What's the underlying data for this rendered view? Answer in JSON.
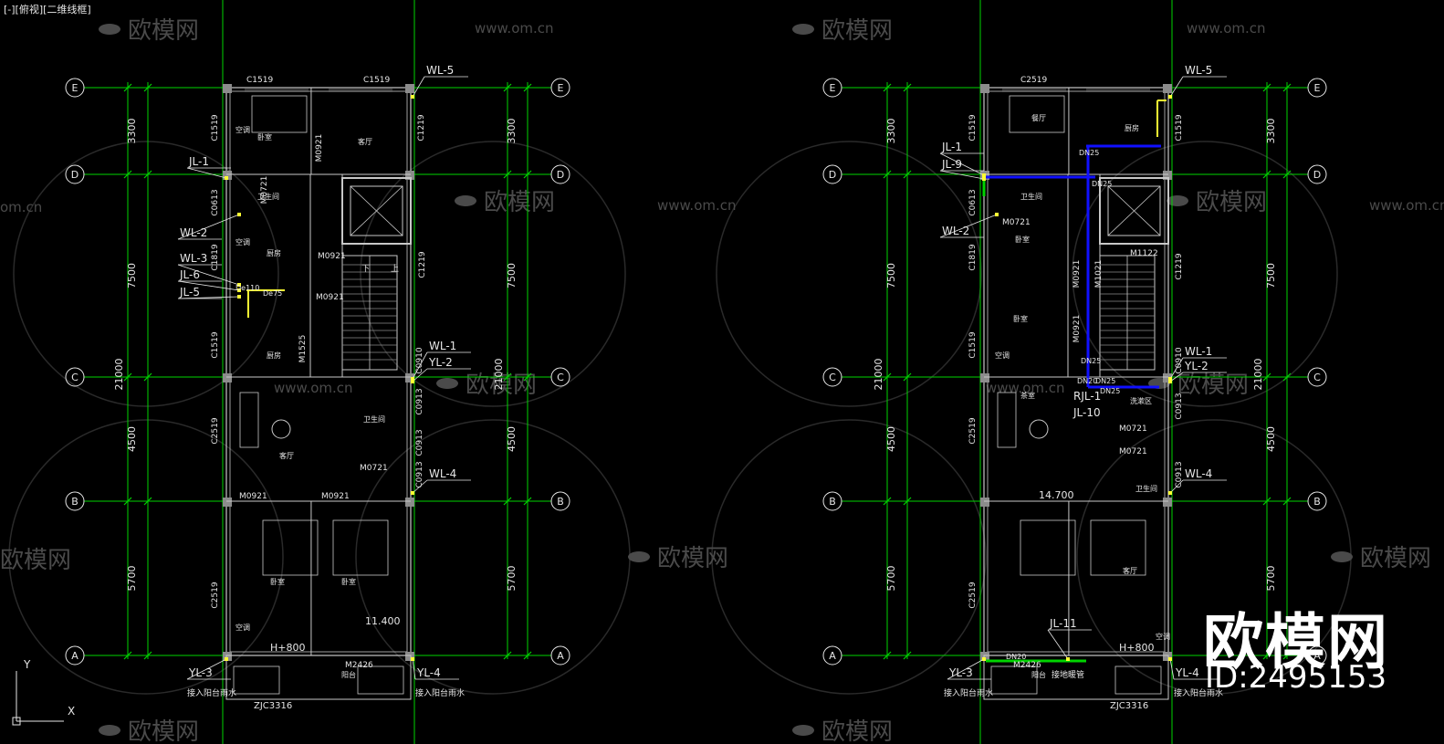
{
  "viewport": {
    "label": "[-][俯视][二维线框]"
  },
  "watermark": {
    "brand": "欧模网",
    "url": "www.om.cn",
    "url_alt": "om.cn",
    "big_brand": "欧模网",
    "id_text": "ID:2495153"
  },
  "grid": {
    "axes": [
      "E",
      "D",
      "C",
      "B",
      "A"
    ],
    "bays": [
      "3300",
      "7500",
      "4500",
      "5700"
    ],
    "total": "21000"
  },
  "plan_left": {
    "windows": [
      "C1519",
      "C1519",
      "C1519",
      "C0613",
      "C1819",
      "C1519",
      "C1219",
      "C2519",
      "C0910",
      "C0913",
      "C0913",
      "C0913",
      "C2519"
    ],
    "doors": [
      "M0921",
      "M0721",
      "M0921",
      "M0921",
      "M1525",
      "M0721",
      "M0921",
      "M0921",
      "M2426"
    ],
    "rooms": [
      "卧室",
      "客厅",
      "卫生间",
      "厨房",
      "厨房",
      "客厅",
      "卫生间",
      "卧室",
      "卧室",
      "阳台",
      "空调",
      "空调",
      "空调"
    ],
    "pipes": [
      "WL-5",
      "JL-1",
      "WL-2",
      "WL-3",
      "JL-6",
      "JL-5",
      "WL-1",
      "YL-2",
      "WL-4",
      "YL-3",
      "YL-4"
    ],
    "pipe_sizes": [
      "De110",
      "De75"
    ],
    "elevation": "11.400",
    "sill": "H+800",
    "stair": [
      "下",
      "上"
    ],
    "drain_note": "接入阳台雨水",
    "foundation": "ZJC3316",
    "axis": {
      "x": "X",
      "y": "Y"
    }
  },
  "plan_right": {
    "windows": [
      "C2519",
      "C1519",
      "C1519",
      "C0613",
      "C1819",
      "C1519",
      "C1219",
      "C2519",
      "C0910",
      "C0913",
      "C0913",
      "C2519"
    ],
    "doors": [
      "M0721",
      "M0921",
      "M0921",
      "M1021",
      "M1122",
      "M0721",
      "M0721",
      "M2426"
    ],
    "rooms": [
      "餐厅",
      "厨房",
      "卫生间",
      "卧室",
      "卧室",
      "茶室",
      "卫生间",
      "客厅",
      "阳台",
      "空调",
      "洗漱区",
      "空调"
    ],
    "pipes": [
      "WL-5",
      "JL-1",
      "JL-9",
      "WL-2",
      "WL-1",
      "YL-2",
      "RJL-1",
      "JL-10",
      "WL-4",
      "JL-11",
      "YL-3",
      "YL-4"
    ],
    "pipe_sizes": [
      "DN25",
      "DN25",
      "DN25",
      "DN25",
      "DN20",
      "DN20",
      "DN25"
    ],
    "elevation": "14.700",
    "sill": "H+800",
    "drain_note": "接入阳台雨水",
    "floor_heat": "接地暖管",
    "foundation": "ZJC3316"
  },
  "colors": {
    "axis_green": "#00d400",
    "wall": "#c8c8c8",
    "pipe_blue": "#1010ff",
    "pipe_yellow": "#ffff33",
    "label_white": "#ffffff"
  }
}
